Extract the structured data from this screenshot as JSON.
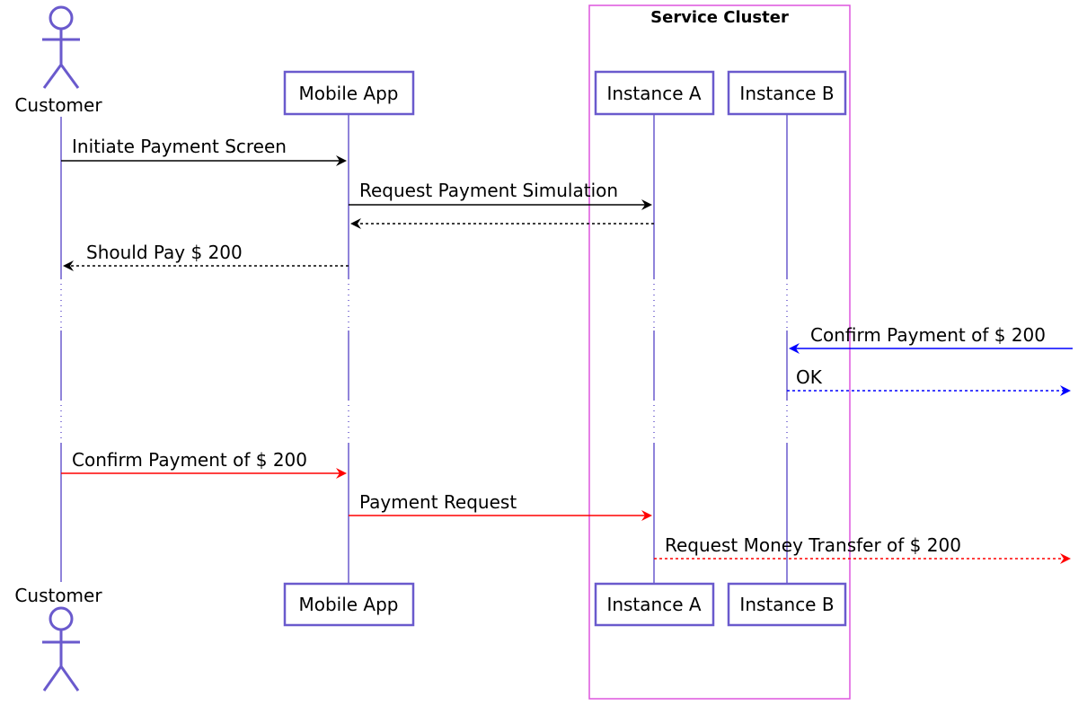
{
  "diagram": {
    "group_title": "Service Cluster",
    "actor_name": "Customer",
    "participants": {
      "mobile_app": "Mobile App",
      "instance_a": "Instance A",
      "instance_b": "Instance B"
    },
    "messages": [
      {
        "label": "Initiate Payment Screen",
        "color": "#000000",
        "style": "solid"
      },
      {
        "label": "Request Payment Simulation",
        "color": "#000000",
        "style": "solid"
      },
      {
        "label": "",
        "color": "#000000",
        "style": "dotted"
      },
      {
        "label": "Should Pay $ 200",
        "color": "#000000",
        "style": "dotted"
      },
      {
        "label": "Confirm Payment of $ 200",
        "color": "#0000ff",
        "style": "solid"
      },
      {
        "label": "OK",
        "color": "#0000ff",
        "style": "dotted"
      },
      {
        "label": "Confirm Payment of $ 200",
        "color": "#ff0000",
        "style": "solid"
      },
      {
        "label": "Payment Request",
        "color": "#ff0000",
        "style": "solid"
      },
      {
        "label": "Request Money Transfer of $ 200",
        "color": "#ff0000",
        "style": "dotted"
      }
    ],
    "colors": {
      "participant_border": "#6a5acd",
      "group_border": "#dd55dd"
    }
  }
}
